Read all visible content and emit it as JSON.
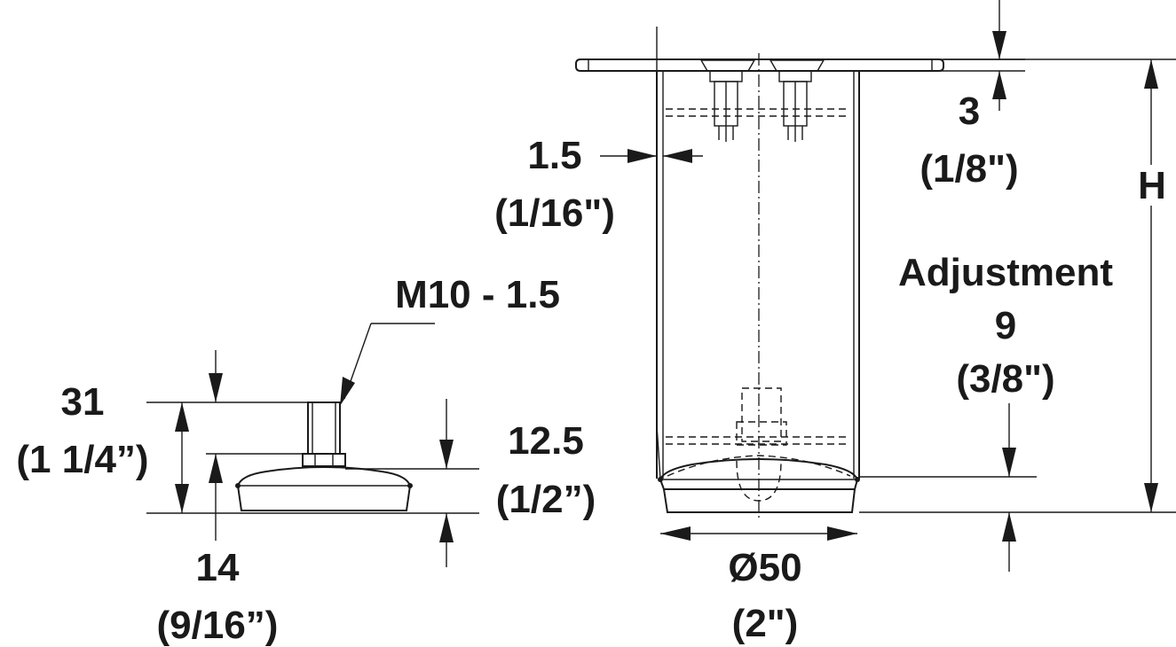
{
  "labels": {
    "plate_thickness": "3",
    "plate_thickness_in": "(1/8\")",
    "wall_thickness": "1.5",
    "wall_thickness_in": "(1/16\")",
    "height": "H",
    "adjustment_label": "Adjustment",
    "adjustment_value": "9",
    "adjustment_in": "(3/8\")",
    "thread": "M10 - 1.5",
    "total_height": "31",
    "total_height_in": "(1 1/4”)",
    "glide_height": "12.5",
    "glide_height_in": "(1/2”)",
    "glide_base": "14",
    "glide_base_in": "(9/16”)",
    "diameter": "Ø50",
    "diameter_in": "(2\")"
  }
}
